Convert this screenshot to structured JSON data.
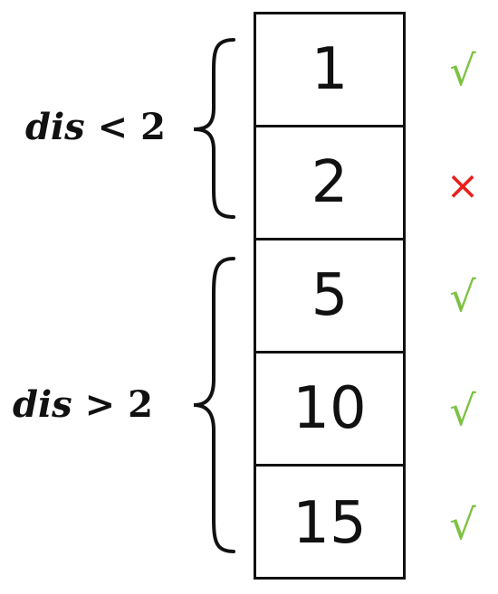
{
  "cells": [
    {
      "value": "1",
      "mark": "√",
      "status": "ok"
    },
    {
      "value": "2",
      "mark": "×",
      "status": "bad"
    },
    {
      "value": "5",
      "mark": "√",
      "status": "ok"
    },
    {
      "value": "10",
      "mark": "√",
      "status": "ok"
    },
    {
      "value": "15",
      "mark": "√",
      "status": "ok"
    }
  ],
  "groups": [
    {
      "var": "dis",
      "op": "<",
      "num": "2"
    },
    {
      "var": "dis",
      "op": ">",
      "num": "2"
    }
  ],
  "colors": {
    "ok": "#7cc242",
    "bad": "#e8201c",
    "line": "#111111"
  }
}
